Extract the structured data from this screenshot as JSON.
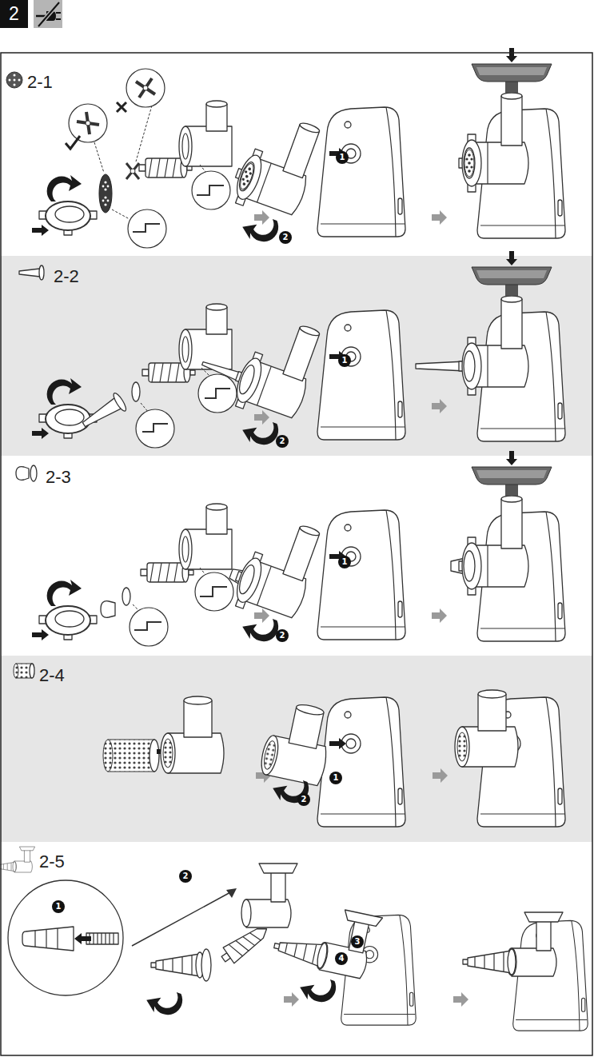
{
  "diagram": {
    "nodes": [
      {
        "text": [
          "2"
        ]
      },
      {
        "text": [
          "2-1"
        ]
      },
      {
        "text": [
          "2-2"
        ]
      },
      {
        "text": [
          "2-3"
        ]
      },
      {
        "text": [
          "2-4"
        ]
      },
      {
        "text": [
          "2-5"
        ]
      }
    ],
    "labels": [
      "1",
      "2",
      "1",
      "2",
      "1",
      "2",
      "1",
      "2",
      "1",
      "2",
      "3",
      "4"
    ]
  }
}
